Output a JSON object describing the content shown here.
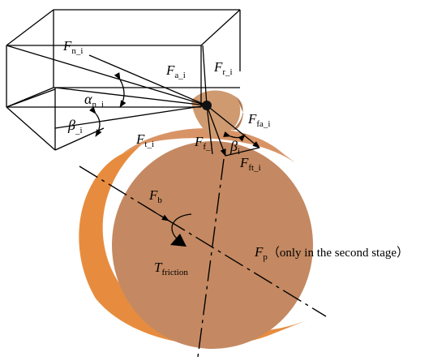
{
  "colors": {
    "disk_face": "#C48962",
    "disk_side": "#E78C3E",
    "disk_side_dark": "#D07A30",
    "tooth": "#CF9A70",
    "line": "#000000"
  },
  "labels": {
    "fn": {
      "main": "F",
      "sub": "n_i"
    },
    "fa": {
      "main": "F",
      "sub": "a_i"
    },
    "fr": {
      "main": "F",
      "sub": "r_i"
    },
    "alpha": {
      "main": "α",
      "sub": "n",
      "sub2": "i"
    },
    "beta_left": {
      "main": "β",
      "sub": "_i"
    },
    "ft": {
      "main": "F",
      "sub": "t_i"
    },
    "ffa": {
      "main": "F",
      "sub": "fa_i"
    },
    "ff": {
      "main": "F",
      "sub": "f_i"
    },
    "beta_right": {
      "main": "β",
      "sub": "i"
    },
    "fft": {
      "main": "F",
      "sub": "ft_i"
    },
    "fb": {
      "main": "F",
      "sub": "b"
    },
    "fp": {
      "main": "F",
      "sub": "p",
      "note": "（only in the second stage）"
    },
    "tf": {
      "main": "T",
      "sub": "friction"
    }
  }
}
